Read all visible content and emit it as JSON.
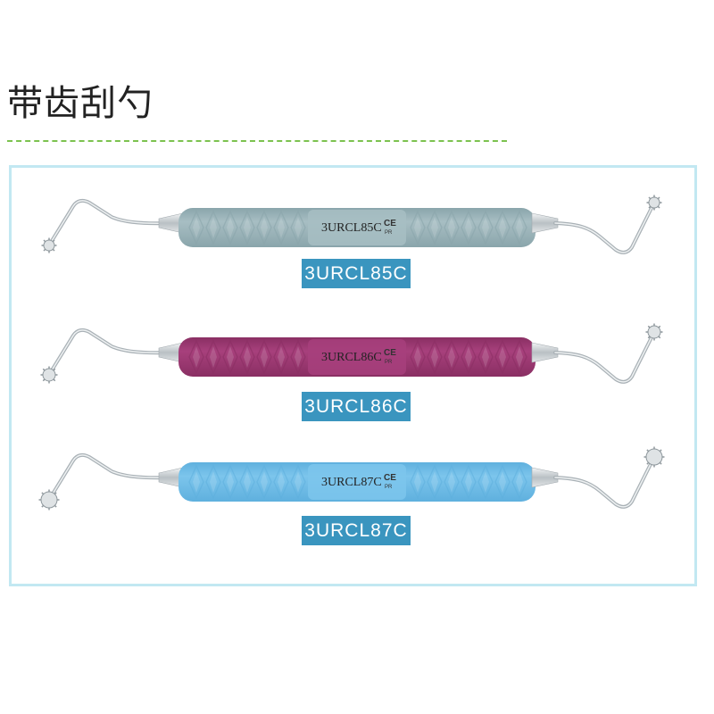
{
  "title": "带齿刮勺",
  "colors": {
    "title_rule": "#7cc24f",
    "panel_border": "#c2e8f2",
    "label_background": "#3a95bf",
    "label_text": "#ffffff"
  },
  "instruments": [
    {
      "code": "3URCL85C",
      "engraving": "3URCL85C",
      "ce_mark": "CE",
      "ce_sub": "PR",
      "handle_color": "#a7bec3",
      "handle_shade": "#8aa5ab",
      "tip": "round-serrated-small"
    },
    {
      "code": "3URCL86C",
      "engraving": "3URCL86C",
      "ce_mark": "CE",
      "ce_sub": "PR",
      "handle_color": "#a7407c",
      "handle_shade": "#8a2f63",
      "tip": "round-serrated-medium"
    },
    {
      "code": "3URCL87C",
      "engraving": "3URCL87C",
      "ce_mark": "CE",
      "ce_sub": "PR",
      "handle_color": "#7cc5ec",
      "handle_shade": "#5fb0de",
      "tip": "round-serrated-large"
    }
  ]
}
